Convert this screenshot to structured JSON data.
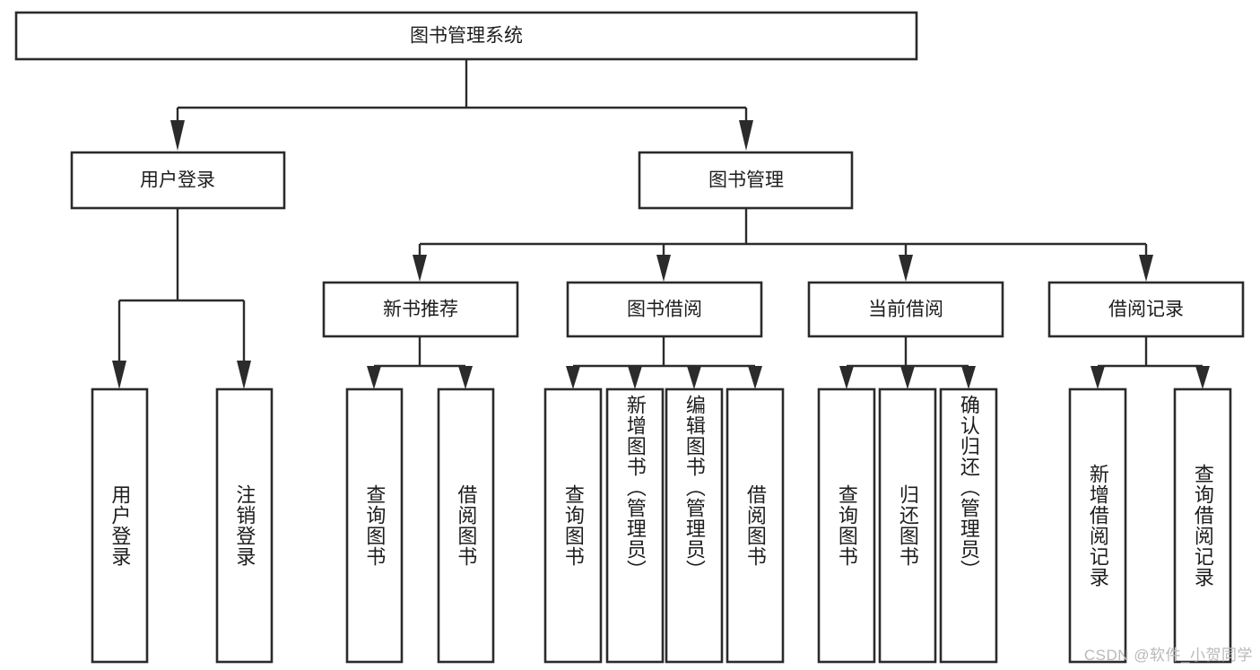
{
  "diagram": {
    "title": "图书管理系统",
    "type": "tree-hierarchy",
    "watermark": "CSDN @软件_小贺同学",
    "colors": {
      "box_stroke": "#2b2b2b",
      "box_fill": "#ffffff",
      "text": "#1d1d1d",
      "background": "#ffffff",
      "watermark": "#b9b9b9"
    },
    "root": {
      "label": "图书管理系统"
    },
    "level2": [
      {
        "label": "用户登录"
      },
      {
        "label": "图书管理"
      }
    ],
    "level3": [
      {
        "label": "新书推荐"
      },
      {
        "label": "图书借阅"
      },
      {
        "label": "当前借阅"
      },
      {
        "label": "借阅记录"
      }
    ],
    "leaves": {
      "user_login": [
        {
          "label": "用户登录"
        },
        {
          "label": "注销登录"
        }
      ],
      "new_book_recommend": [
        {
          "label": "查询图书"
        },
        {
          "label": "借阅图书"
        }
      ],
      "book_borrow": [
        {
          "label": "查询图书"
        },
        {
          "label": "新增图书（管理员）"
        },
        {
          "label": "编辑图书（管理员）"
        },
        {
          "label": "借阅图书"
        }
      ],
      "current_borrow": [
        {
          "label": "查询图书"
        },
        {
          "label": "归还图书"
        },
        {
          "label": "确认归还（管理员）"
        }
      ],
      "borrow_record": [
        {
          "label": "新增借阅记录"
        },
        {
          "label": "查询借阅记录"
        }
      ]
    }
  }
}
